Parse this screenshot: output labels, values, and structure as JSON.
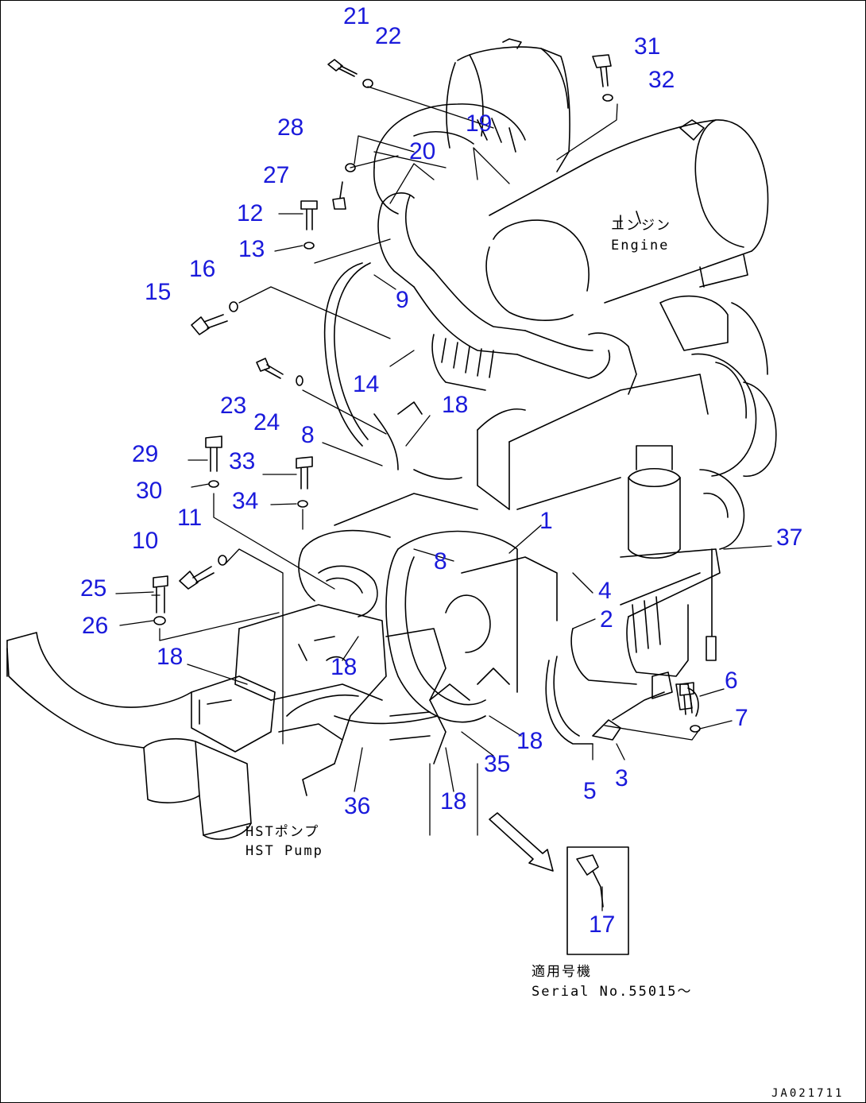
{
  "callouts": {
    "c1": "1",
    "c2": "2",
    "c3": "3",
    "c4": "4",
    "c5": "5",
    "c6": "6",
    "c7": "7",
    "c8a": "8",
    "c8b": "8",
    "c9": "9",
    "c10": "10",
    "c11": "11",
    "c12": "12",
    "c13": "13",
    "c14": "14",
    "c15": "15",
    "c16": "16",
    "c17": "17",
    "c18a": "18",
    "c18b": "18",
    "c18c": "18",
    "c18d": "18",
    "c18e": "18",
    "c19": "19",
    "c20": "20",
    "c21": "21",
    "c22": "22",
    "c23": "23",
    "c24": "24",
    "c25": "25",
    "c26": "26",
    "c27": "27",
    "c28": "28",
    "c29": "29",
    "c30": "30",
    "c31": "31",
    "c32": "32",
    "c33": "33",
    "c34": "34",
    "c35": "35",
    "c36": "36",
    "c37": "37"
  },
  "labels": {
    "engine_jp": "エンジン",
    "engine_en": "Engine",
    "pump_jp": "HSTポンプ",
    "pump_en": "HST Pump",
    "serial_jp": "適用号機",
    "serial_en": "Serial No.55015～"
  },
  "drawing_code": "JA021711",
  "colors": {
    "callout": "#1a1adb",
    "line": "#000000",
    "background": "#ffffff"
  }
}
